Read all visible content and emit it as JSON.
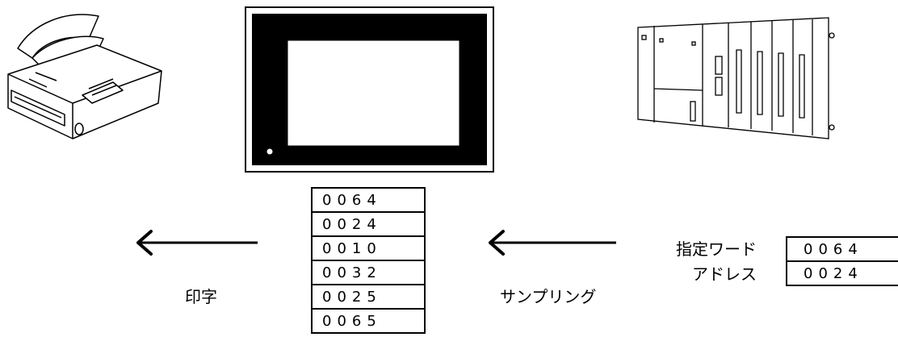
{
  "labels": {
    "print": "印字",
    "sampling": "サンプリング",
    "word_address_line1": "指定ワード",
    "word_address_line2": "アドレス"
  },
  "buffer_values": [
    "0064",
    "0024",
    "0010",
    "0032",
    "0025",
    "0065"
  ],
  "word_address_values": [
    "0064",
    "0024"
  ],
  "icons": {
    "printer": "printer-icon",
    "touch_panel": "touch-panel-icon",
    "plc": "plc-icon",
    "arrow": "arrow-left-icon"
  },
  "colors": {
    "line": "#000000",
    "background": "#ffffff"
  }
}
